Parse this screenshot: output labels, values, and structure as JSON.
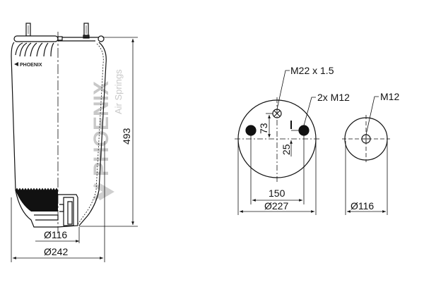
{
  "drawing": {
    "brand": "PHOENIX",
    "watermark_brand": "PHOENIX",
    "watermark_sub": "Air Springs",
    "side_view": {
      "height_dim": "493",
      "piston_dia": "Ø116",
      "overall_dia": "Ø242"
    },
    "top_plate": {
      "center_thread": "M22 x 1.5",
      "bolt_thread": "2x M12",
      "dim_73": "73",
      "dim_25": "25",
      "bolt_spacing": "150",
      "plate_dia": "Ø227"
    },
    "bottom_plate": {
      "thread": "M12",
      "dia": "Ø116"
    }
  }
}
